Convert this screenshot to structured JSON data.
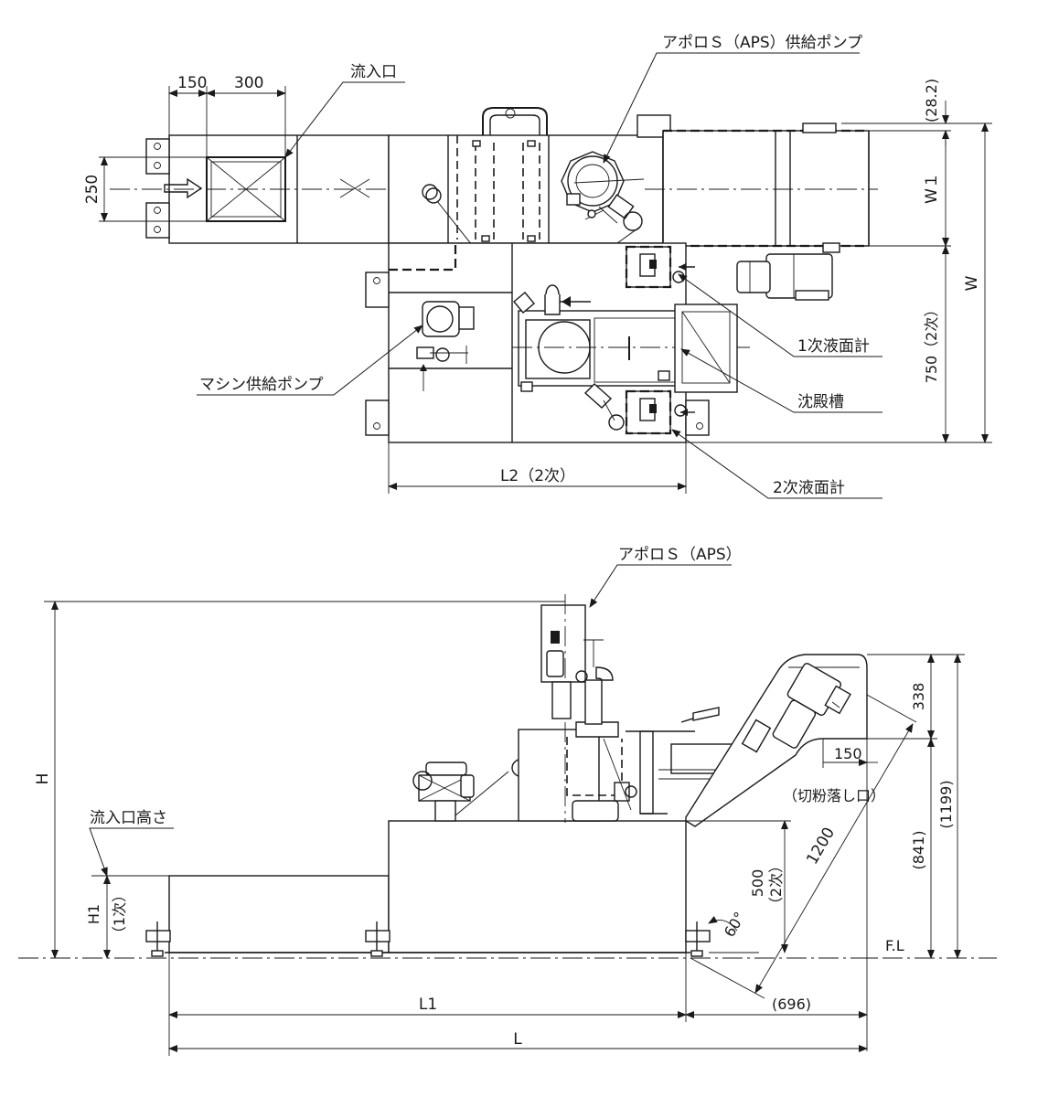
{
  "labels": {
    "aps_pump": "アポロＳ（APS）供給ポンプ",
    "inlet": "流入口",
    "primary_level_gauge": "1次液面計",
    "settling_tank": "沈殿槽",
    "secondary_level_gauge": "2次液面計",
    "machine_pump": "マシン供給ポンプ",
    "aps": "アポロＳ（APS）",
    "inlet_height": "流入口高さ",
    "chip_drop": "（切粉落し口）",
    "floor_level": "F.L"
  },
  "dimensions": {
    "d150_top": "150",
    "d300": "300",
    "d250": "250",
    "d28_2": "(28.2)",
    "w1": "W１",
    "w": "W",
    "d750": "750（2次）",
    "l2": "L2（2次）",
    "h": "H",
    "h1": "H1",
    "h1_sub": "（1次）",
    "d500": "500",
    "d500_sub": "（2次）",
    "d1200": "1200",
    "angle": "60°",
    "d338": "338",
    "d1199": "(1199)",
    "d841": "(841)",
    "d150_side": "150",
    "d696": "(696)",
    "l1": "L1",
    "l": "L"
  }
}
